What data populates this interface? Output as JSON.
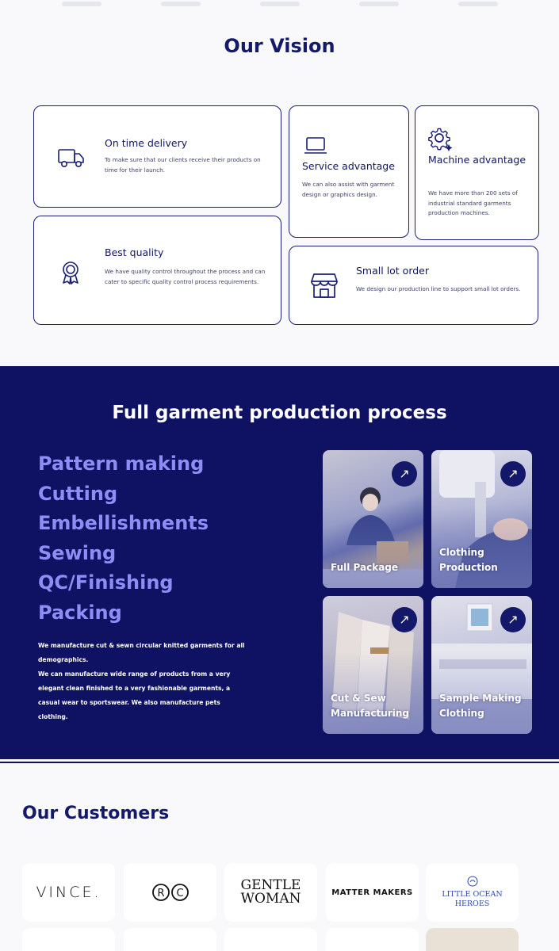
{
  "vision": {
    "title": "Our Vision",
    "cards": [
      {
        "title": "On time delivery",
        "desc": "To make sure that our clients receive their products on time for their launch.",
        "icon": "truck-icon"
      },
      {
        "title": "Best quality",
        "desc": "We have quality control throughout the process and can cater to specific quality control process requirements.",
        "icon": "award-badge-icon"
      },
      {
        "title": "Service advantage",
        "desc": "We can also assist with garment design or graphics design.",
        "icon": "laptop-icon"
      },
      {
        "title": "Machine advantage",
        "desc": "We have more than 200 sets of industrial standard garments production machines.",
        "icon": "gear-icon"
      },
      {
        "title": "Small lot order",
        "desc": "We design our production line to support small lot orders.",
        "icon": "store-icon"
      }
    ]
  },
  "process": {
    "title": "Full garment production process",
    "steps": [
      "Pattern making",
      "Cutting",
      "Embellishments",
      "Sewing",
      "QC/Finishing",
      "Packing"
    ],
    "description_1": "We manufacture cut & sewn circular knitted garments for all demographics.",
    "description_2": "We can manufacture wide range of products from a very elegant clean finished to a very fashionable garments, a casual wear to sportswear. We also manufacture pets clothing.",
    "tiles": [
      {
        "caption": "Full Package",
        "arrow": "↗"
      },
      {
        "caption": "Clothing Production",
        "arrow": "↗"
      },
      {
        "caption": "Cut & Sew Manufacturing",
        "arrow": "↗"
      },
      {
        "caption": "Sample Making Clothing",
        "arrow": "↗"
      }
    ]
  },
  "customers": {
    "title": "Our Customers",
    "logos": [
      {
        "name": "VINCE."
      },
      {
        "name": "RC"
      },
      {
        "name": "GENTLE WOMAN"
      },
      {
        "name": "MATTER MAKERS"
      },
      {
        "name": "LITTLE OCEAN HEROES"
      }
    ]
  },
  "colors": {
    "navy": "#0f1263",
    "accent_lavender": "#8d8df5",
    "card_border": "#1b1f74"
  }
}
